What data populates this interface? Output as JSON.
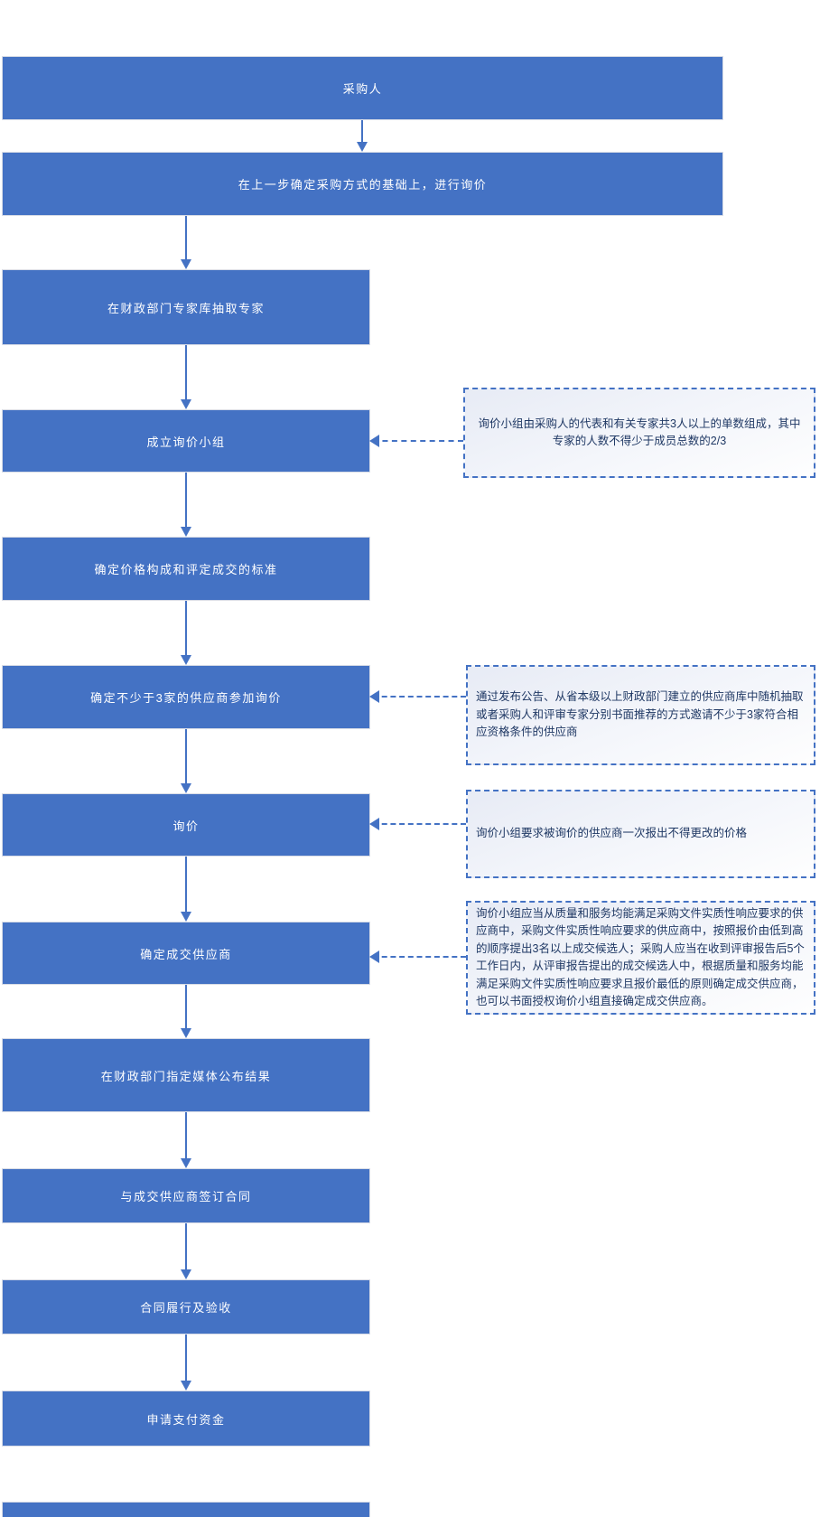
{
  "colors": {
    "box_fill": "#4472C4",
    "box_border": "#D8DCE6",
    "box_text": "#FFFFFF",
    "arrow": "#4472C4",
    "note_border": "#4472C4",
    "note_text": "#1F3864"
  },
  "flow": {
    "nodes": [
      {
        "label": "采购人"
      },
      {
        "label": "在上一步确定采购方式的基础上，进行询价"
      },
      {
        "label": "在财政部门专家库抽取专家"
      },
      {
        "label": "成立询价小组"
      },
      {
        "label": "确定价格构成和评定成交的标准"
      },
      {
        "label": "确定不少于3家的供应商参加询价"
      },
      {
        "label": "询价"
      },
      {
        "label": "确定成交供应商"
      },
      {
        "label": "在财政部门指定媒体公布结果"
      },
      {
        "label": "与成交供应商签订合同"
      },
      {
        "label": "合同履行及验收"
      },
      {
        "label": "申请支付资金"
      }
    ]
  },
  "notes": [
    {
      "text": "询价小组由采购人的代表和有关专家共3人以上的单数组成，其中专家的人数不得少于成员总数的2/3"
    },
    {
      "text": "通过发布公告、从省本级以上财政部门建立的供应商库中随机抽取或者采购人和评审专家分别书面推荐的方式邀请不少于3家符合相应资格条件的供应商"
    },
    {
      "text": "询价小组要求被询价的供应商一次报出不得更改的价格"
    },
    {
      "text": "询价小组应当从质量和服务均能满足采购文件实质性响应要求的供应商中，采购文件实质性响应要求的供应商中，按照报价由低到高的顺序提出3名以上成交候选人；采购人应当在收到评审报告后5个工作日内，从评审报告提出的成交候选人中，根据质量和服务均能满足采购文件实质性响应要求且报价最低的原则确定成交供应商，也可以书面授权询价小组直接确定成交供应商。"
    }
  ]
}
